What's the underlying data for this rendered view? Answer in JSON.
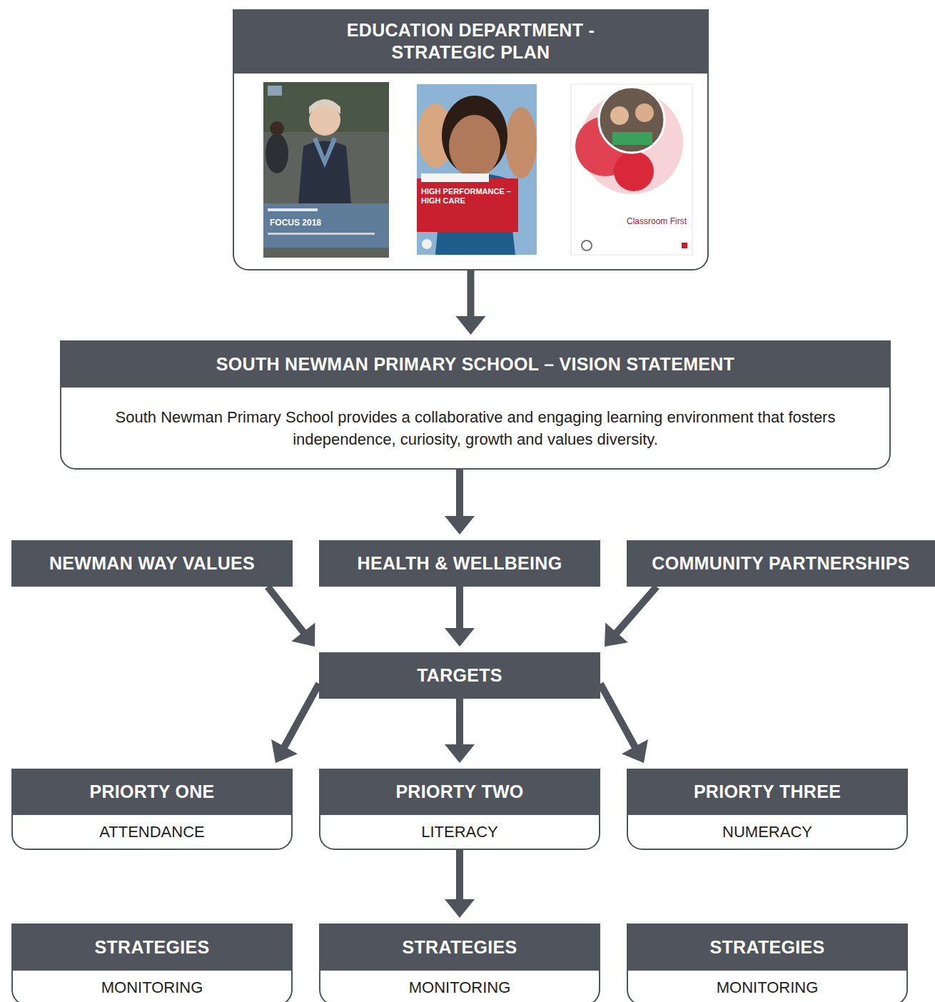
{
  "diagram": {
    "nodes": [
      {
        "text": [
          "EDUCATION DEPARTMENT - STRATEGIC PLAN"
        ]
      },
      {
        "text": [
          "SOUTH NEWMAN PRIMARY SCHOOL – VISION STATEMENT",
          "South Newman Primary School provides a collaborative and engaging learning environment that fosters independence, curiosity, growth and values diversity."
        ]
      },
      {
        "text": [
          "NEWMAN WAY VALUES"
        ]
      },
      {
        "text": [
          "HEALTH & WELLBEING"
        ]
      },
      {
        "text": [
          "COMMUNITY PARTNERSHIPS"
        ]
      },
      {
        "text": [
          "TARGETS"
        ]
      },
      {
        "text": [
          "PRIORTY ONE",
          "ATTENDANCE"
        ]
      },
      {
        "text": [
          "PRIORTY TWO",
          "LITERACY"
        ]
      },
      {
        "text": [
          "PRIORTY THREE",
          "NUMERACY"
        ]
      },
      {
        "text": [
          "STRATEGIES",
          "MONITORING"
        ]
      },
      {
        "text": [
          "STRATEGIES",
          "MONITORING"
        ]
      },
      {
        "text": [
          "STRATEGIES",
          "MONITORING"
        ]
      }
    ],
    "edges": [
      {
        "from": 0,
        "to": 1,
        "arrow": "to"
      },
      {
        "from": 1,
        "to": 3,
        "arrow": "to"
      },
      {
        "from": 2,
        "to": 5,
        "arrow": "to"
      },
      {
        "from": 3,
        "to": 5,
        "arrow": "to"
      },
      {
        "from": 4,
        "to": 5,
        "arrow": "to"
      },
      {
        "from": 5,
        "to": 6,
        "arrow": "to"
      },
      {
        "from": 5,
        "to": 7,
        "arrow": "to"
      },
      {
        "from": 5,
        "to": 8,
        "arrow": "to"
      },
      {
        "from": 7,
        "to": 10,
        "arrow": "to"
      }
    ],
    "labels": [
      "FOCUS 2018",
      "HIGH PERFORMANCE – HIGH CARE",
      "Classroom First"
    ]
  }
}
